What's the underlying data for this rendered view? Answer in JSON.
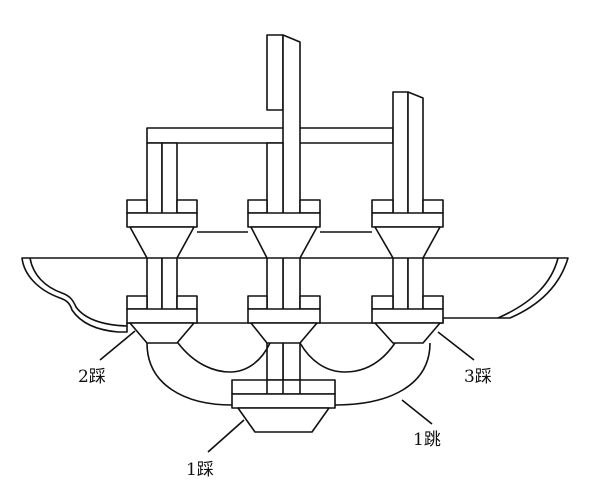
{
  "labels": {
    "second_step": "2踩",
    "third_step": "3踩",
    "first_jump": "1跳",
    "first_step": "1踩"
  },
  "colors": {
    "line": "#111111",
    "background": "#ffffff"
  }
}
